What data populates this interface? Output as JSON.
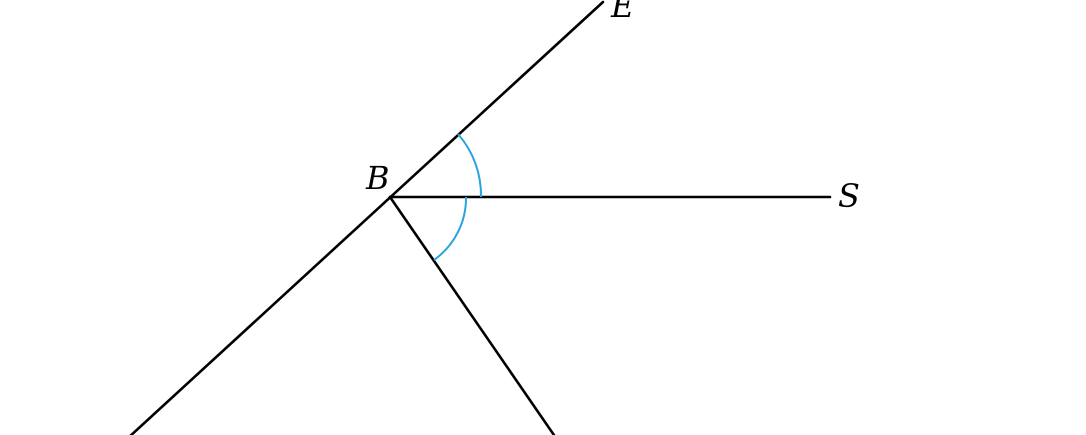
{
  "diagram": {
    "points": {
      "B": "B",
      "E": "E",
      "S": "S"
    },
    "colors": {
      "line": "#000000",
      "angle_arc": "#29a3e0"
    }
  }
}
